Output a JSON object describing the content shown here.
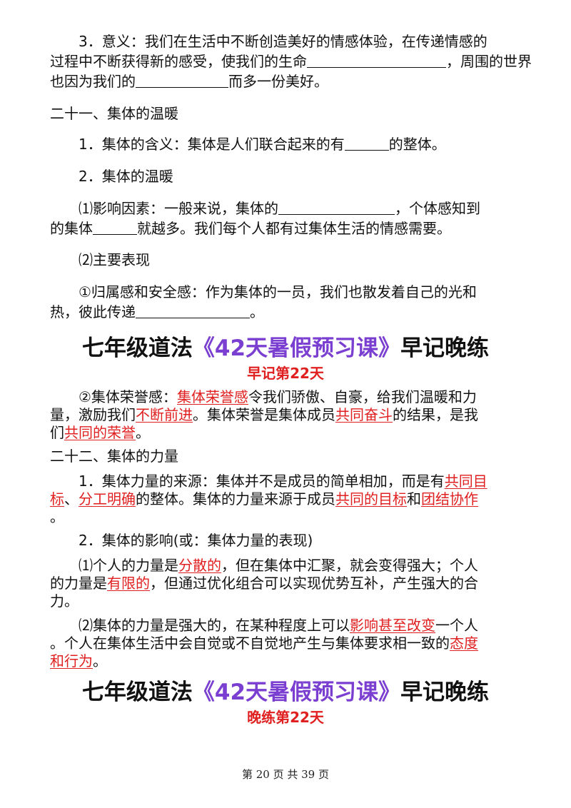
{
  "s3": {
    "l1": "3．意义：我们在生活中不断创造美好的情感体验，在传递情感的",
    "l2a": "过程中不断获得新的感受，使我们的生命",
    "l2b": "，周围的世界",
    "l3a": "也因为我们的",
    "l3b": "而多一份美好。"
  },
  "h21": "二十一、集体的温暖",
  "i1": {
    "a": "1．集体的含义：集体是人们联合起来的有",
    "b": "的整体。"
  },
  "i2": "2．集体的温暖",
  "p1": {
    "a": "⑴影响因素：一般来说，集体的",
    "b": "，个体感知到",
    "c": "的集体",
    "d": "就越多。我们每个人都有过集体生活的情感需要。"
  },
  "p2": "⑵主要表现",
  "p3": {
    "a": "①归属感和安全感：作为集体的一员，我们也散发着自己的光和",
    "b": "热，彼此传递",
    "c": "。"
  },
  "title1": {
    "pre": "七年级道法",
    "hl": "《42天暑假预习课》",
    "post": "早记晚练"
  },
  "sub1": "早记第22天",
  "q": {
    "a": "②集体荣誉感：",
    "b": "集体荣誉感",
    "c": "令我们骄傲、自豪，给我们温暖和力",
    "d": "量，激励我们",
    "e": "不断前进",
    "f": "。集体荣誉是集体成员",
    "g": "共同奋斗",
    "h": "的结果，是我",
    "i": "们",
    "j": "共同的荣誉",
    "k": "。"
  },
  "h22": "二十二、集体的力量",
  "r1": {
    "a": "1．集体力量的来源：集体并不是成员的简单相加，而是有",
    "b": "共同目",
    "c": "标",
    "d": "、",
    "e": "分工明确",
    "f": "的整体。集体的力量来源于成员",
    "g": "共同的目标",
    "h": "和",
    "i": "团结协作",
    "j": "。"
  },
  "r2": "2．集体的影响(或：集体力量的表现)",
  "r3": {
    "a": "⑴个人的力量是",
    "b": "分散的",
    "c": "，但在集体中汇聚，就会变得强大；个人",
    "d": "的力量是",
    "e": "有限的",
    "f": "，但通过优化组合可以实现优势互补，产生强大的合",
    "g": "力。"
  },
  "r4": {
    "a": "⑵集体的力量是强大的，在某种程度上可以",
    "b": "影响甚至改变",
    "c": "一个人",
    "d": "。个人在集体生活中会自觉或不自觉地产生与集体要求相一致的",
    "e": "态度",
    "f": "和行为",
    "g": "。"
  },
  "title2": {
    "pre": "七年级道法",
    "hl": "《42天暑假预习课》",
    "post": "早记晚练"
  },
  "sub2": "晚练第22天",
  "footer": "第 20 页 共 39 页",
  "colors": {
    "red": "#e02020",
    "purple": "#7a3fd0",
    "text": "#111111"
  }
}
